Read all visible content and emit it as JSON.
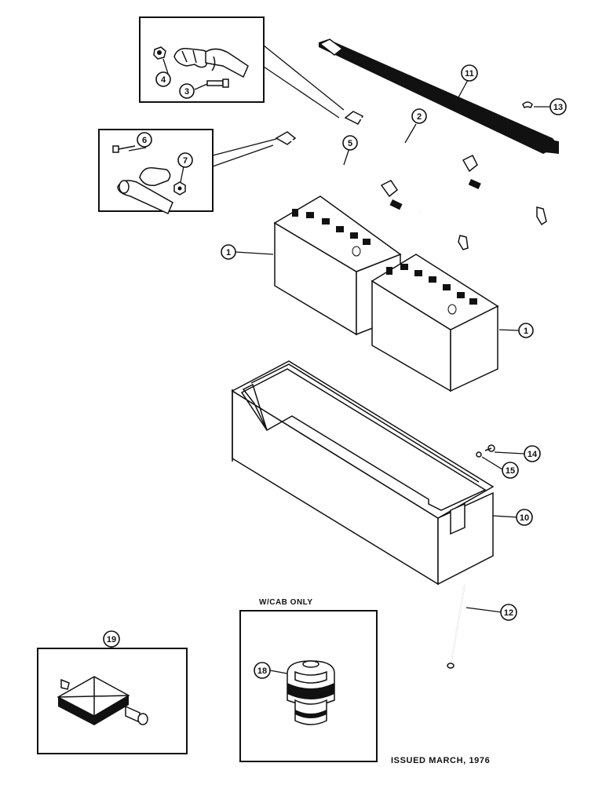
{
  "callouts": [
    {
      "id": "c1a",
      "label": "1"
    },
    {
      "id": "c1b",
      "label": "1"
    },
    {
      "id": "c2",
      "label": "2"
    },
    {
      "id": "c3",
      "label": "3"
    },
    {
      "id": "c4",
      "label": "4"
    },
    {
      "id": "c5",
      "label": "5"
    },
    {
      "id": "c6",
      "label": "6"
    },
    {
      "id": "c7",
      "label": "7"
    },
    {
      "id": "c10",
      "label": "10"
    },
    {
      "id": "c11",
      "label": "11"
    },
    {
      "id": "c12",
      "label": "12"
    },
    {
      "id": "c13",
      "label": "13"
    },
    {
      "id": "c14",
      "label": "14"
    },
    {
      "id": "c15",
      "label": "15"
    },
    {
      "id": "c18",
      "label": "18"
    },
    {
      "id": "c19",
      "label": "19"
    }
  ],
  "cab_caption": "W/CAB ONLY",
  "issued_caption": "ISSUED MARCH, 1976"
}
